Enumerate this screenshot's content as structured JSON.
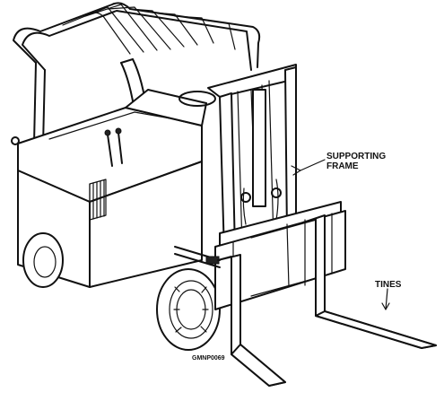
{
  "labels": {
    "supporting_frame": "SUPPORTING FRAME",
    "tines": "TINES",
    "figure_code": "GMNP0069"
  }
}
